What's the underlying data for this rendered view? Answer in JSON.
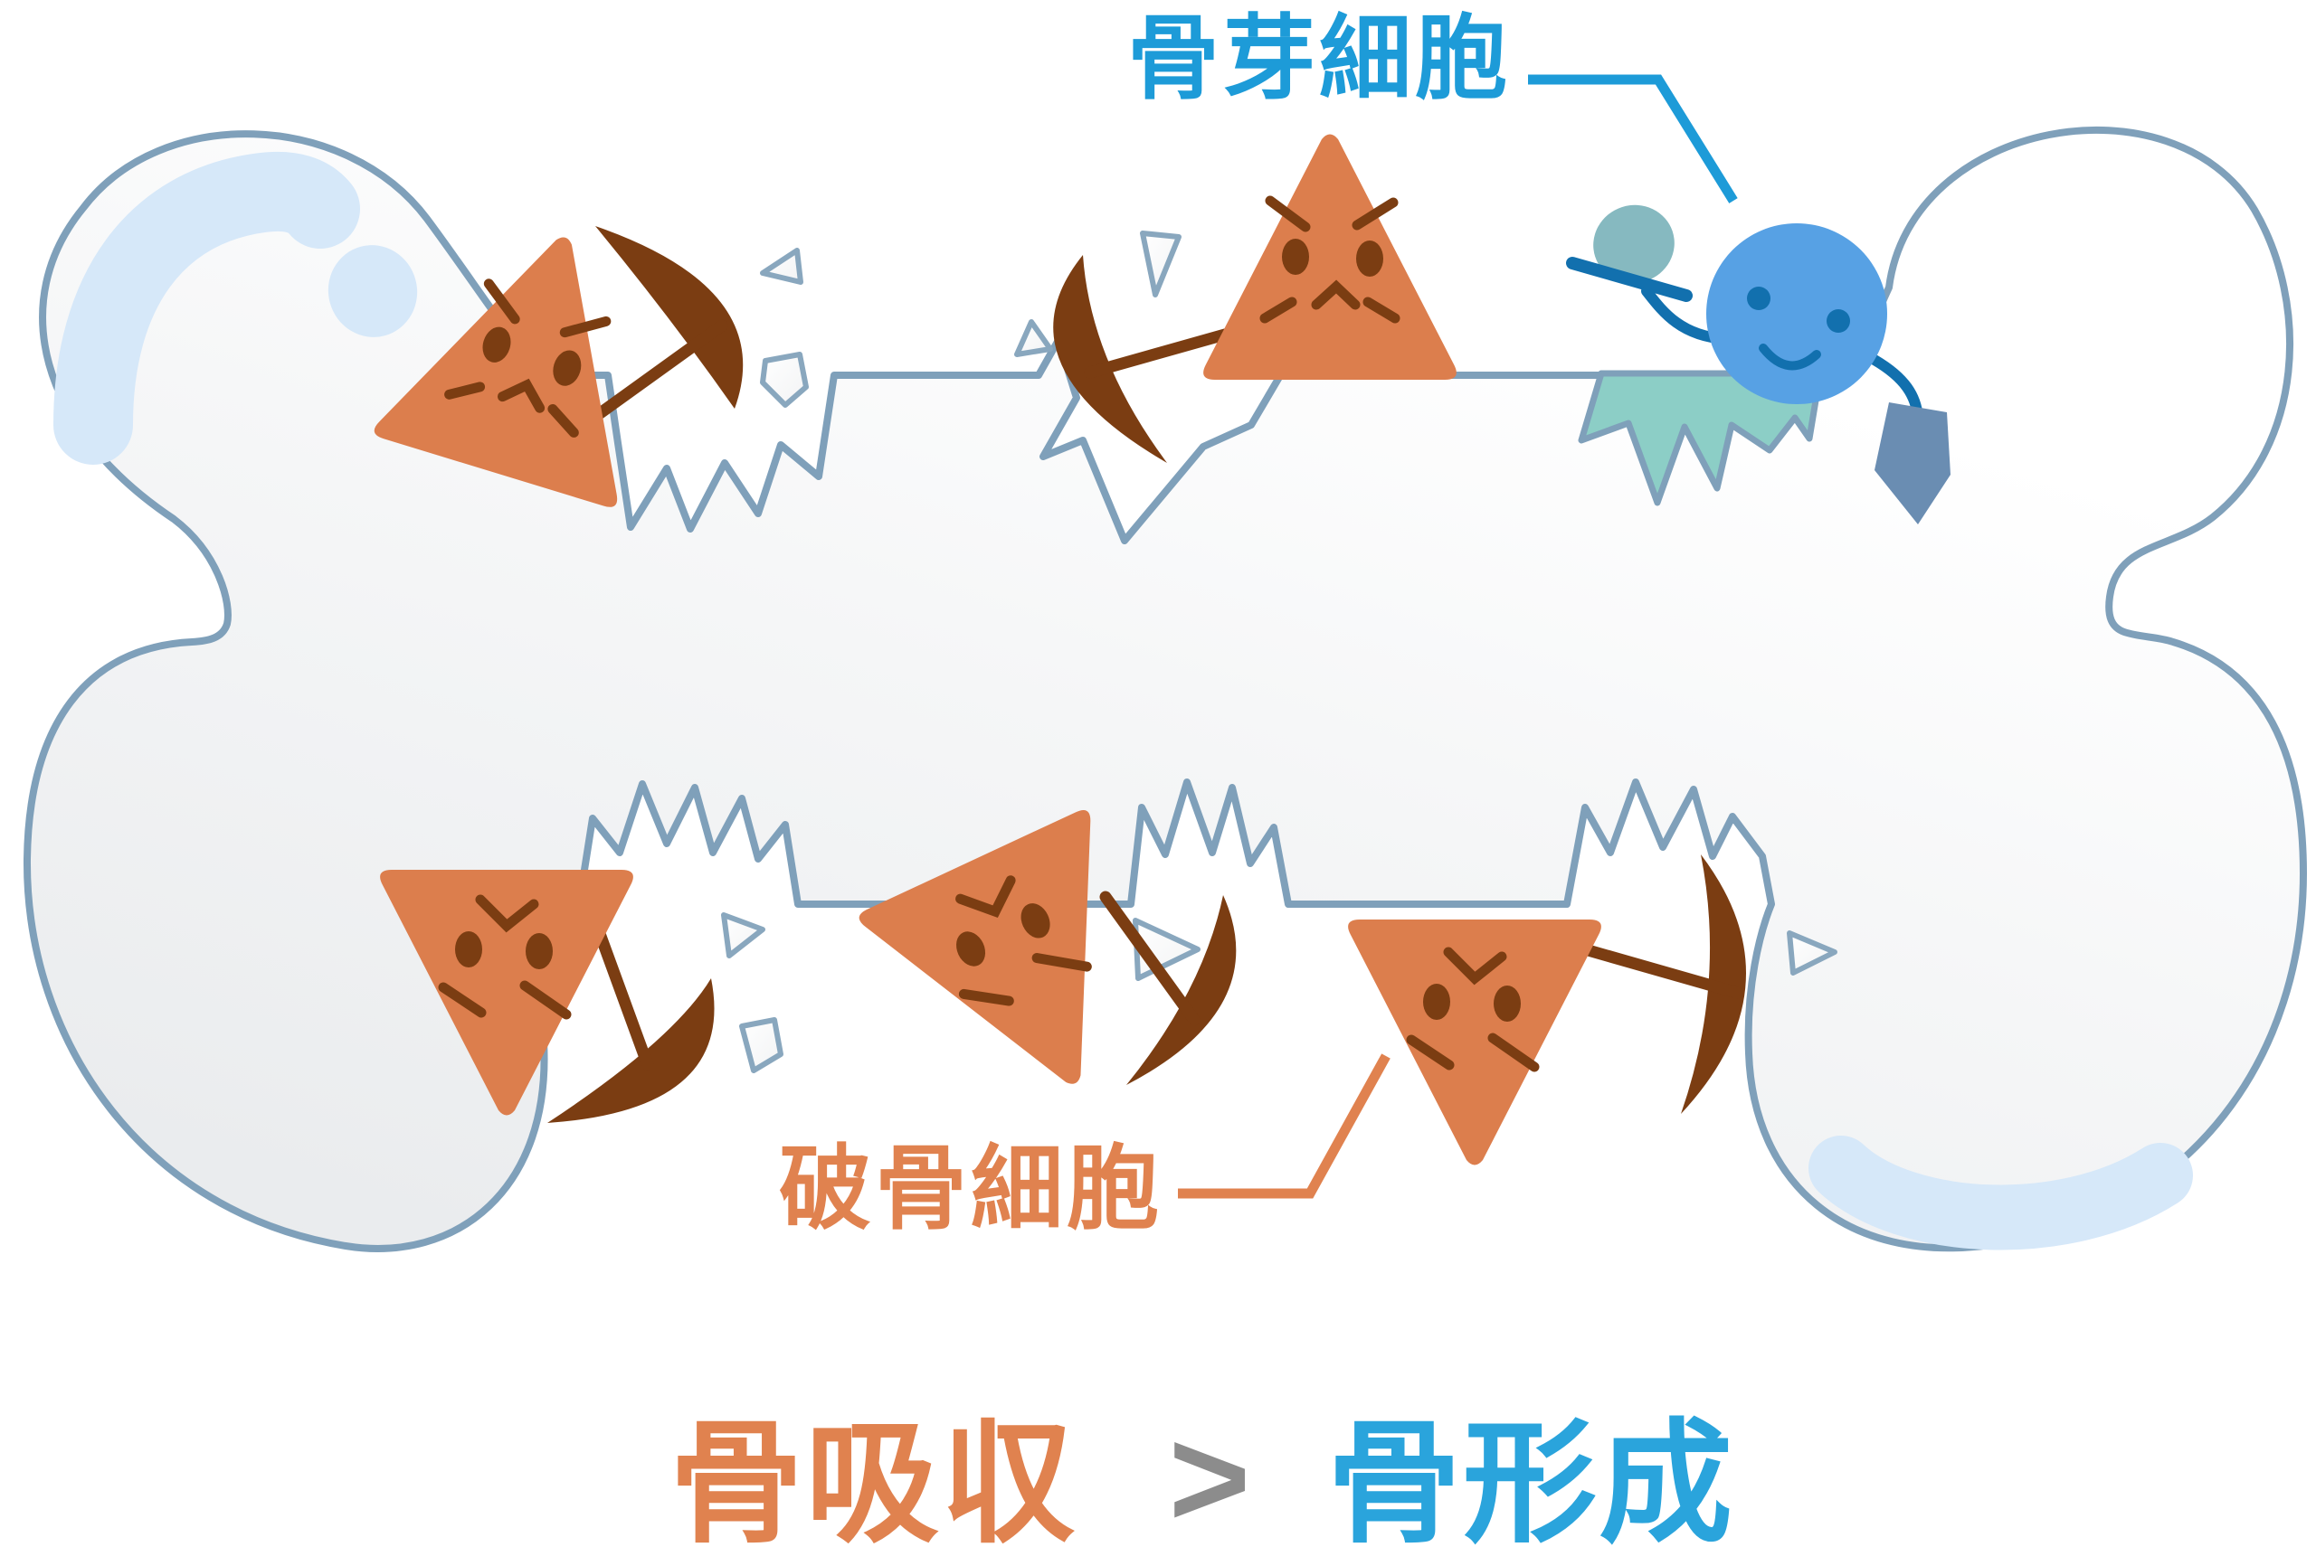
{
  "labels": {
    "osteoblast": "骨芽細胞",
    "osteoclast": "破骨細胞"
  },
  "equation": {
    "left": "骨吸収",
    "operator": ">",
    "right": "骨形成"
  },
  "characters": {
    "osteoclast_count": 5,
    "osteoblast_count": 1,
    "osteoclast_tool": "pickaxe-icon",
    "osteoblast_tools": [
      "plaster-hawk-icon",
      "trowel-icon"
    ]
  },
  "colors": {
    "osteoclast_body": "#DC7E4D",
    "osteoclast_face": "#7B3D12",
    "pickaxe_brown": "#7B3D12",
    "bone_outline": "#7FA0BA",
    "bone_highlight_blue": "#D6E8F9",
    "new_bone_teal": "#8CCEC6",
    "plaster_mound_teal": "#86B9C0",
    "osteoblast_body": "#57A1E4",
    "osteoblast_face": "#1270AE",
    "trowel_gray_blue": "#6A8DB2",
    "osteoblast_label_blue": "#1D9BD8",
    "osteoclast_label_orange": "#E0824F",
    "equation_orange": "#E0824F",
    "equation_gray": "#8C8C8C",
    "equation_blue": "#2AA4DC"
  }
}
